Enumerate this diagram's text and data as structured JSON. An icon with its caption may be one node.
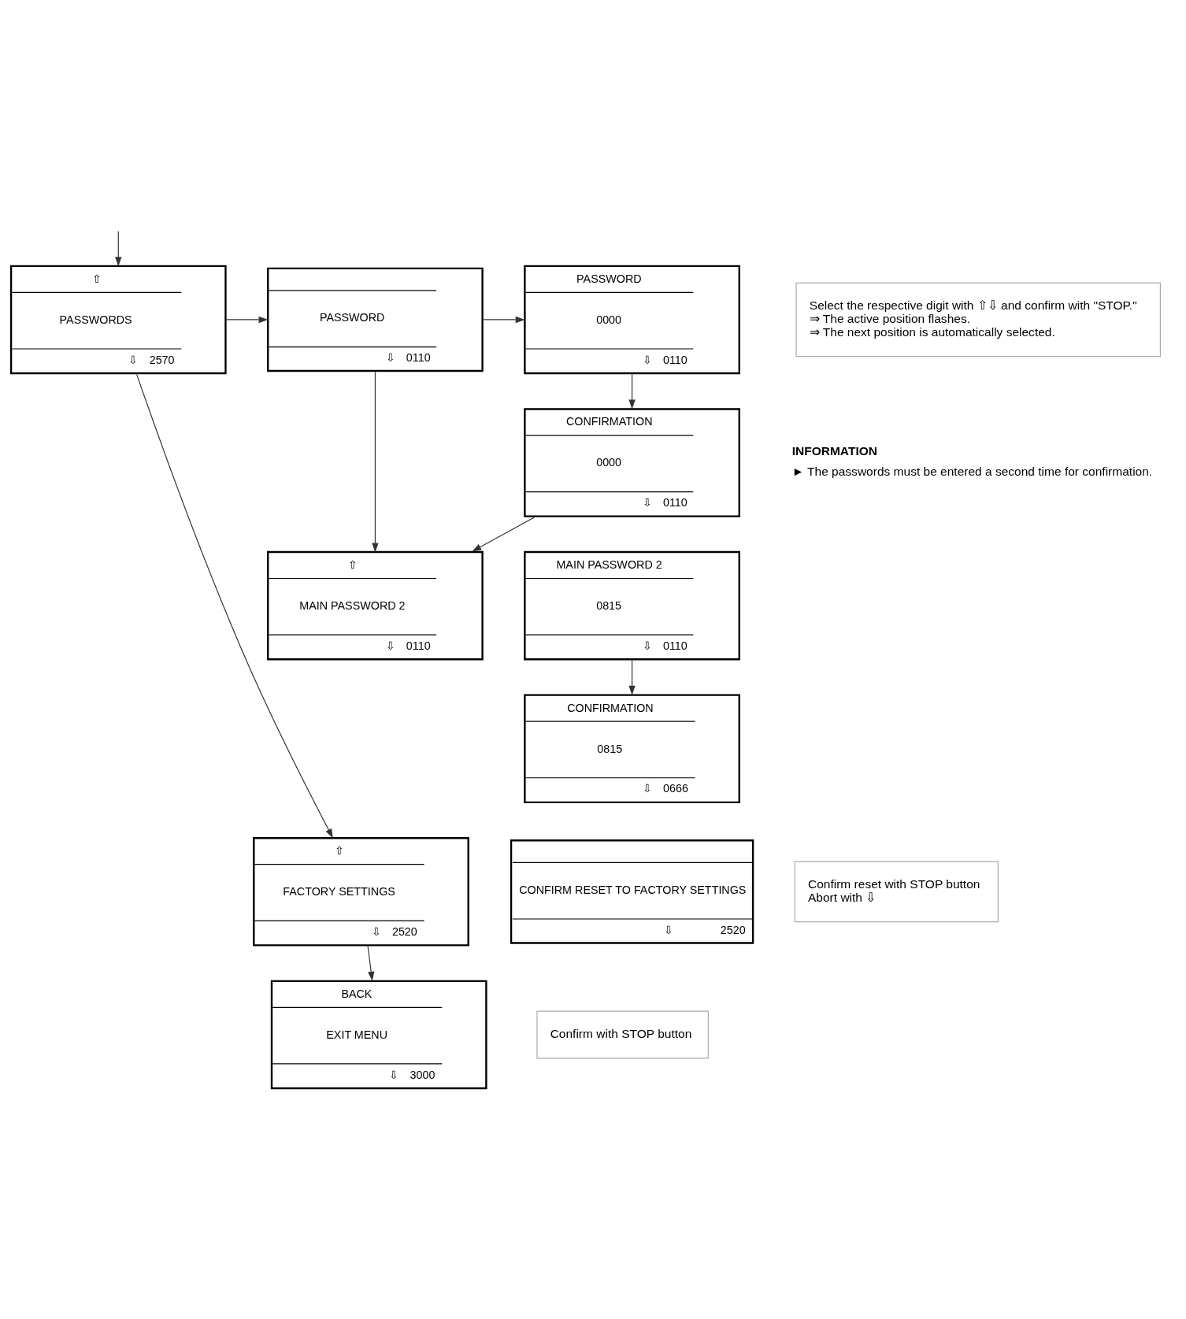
{
  "diagram": {
    "nodes": [
      {
        "text": [
          "⇧",
          "PASSWORDS",
          "⇩",
          "2570"
        ]
      },
      {
        "text": [
          "PASSWORD",
          "⇩",
          "0110"
        ]
      },
      {
        "text": [
          "PASSWORD",
          "0000",
          "⇩",
          "0110"
        ]
      },
      {
        "text": [
          "CONFIRMATION",
          "0000",
          "⇩",
          "0110"
        ]
      },
      {
        "text": [
          "⇧",
          "MAIN PASSWORD 2",
          "⇩",
          "0110"
        ]
      },
      {
        "text": [
          "MAIN PASSWORD 2",
          "0815",
          "⇩",
          "0110"
        ]
      },
      {
        "text": [
          "CONFIRMATION",
          "0815",
          "⇩",
          "0666"
        ]
      },
      {
        "text": [
          "⇧",
          "FACTORY SETTINGS",
          "⇩",
          "2520"
        ]
      },
      {
        "text": [
          "CONFIRM RESET TO FACTORY SETTINGS",
          "⇩",
          "2520"
        ]
      },
      {
        "text": [
          "Confirm reset with STOP button",
          "Abort with ⇩"
        ]
      },
      {
        "text": [
          "BACK",
          "EXIT MENU",
          "⇩",
          "3000"
        ]
      },
      {
        "text": [
          "Confirm with STOP button"
        ]
      },
      {
        "text": [
          "Select the respective digit with ⇧⇩ and confirm with \"STOP.\"",
          "⇒ The active position flashes.",
          "⇒ The next position is automatically selected."
        ]
      }
    ],
    "edges": [
      {
        "from": null,
        "to": 0,
        "arrow": "to"
      },
      {
        "from": 0,
        "to": 1,
        "arrow": "to"
      },
      {
        "from": 1,
        "to": 2,
        "arrow": "to"
      },
      {
        "from": 2,
        "to": 3,
        "arrow": "to"
      },
      {
        "from": 1,
        "to": 4,
        "arrow": "to"
      },
      {
        "from": 3,
        "to": 4,
        "arrow": "to"
      },
      {
        "from": 5,
        "to": 6,
        "arrow": "to"
      },
      {
        "from": 0,
        "to": 7,
        "arrow": "to"
      },
      {
        "from": 7,
        "to": 10,
        "arrow": "to"
      }
    ],
    "labels": [
      "INFORMATION",
      "► The passwords must be entered a second time for confirmation."
    ]
  }
}
